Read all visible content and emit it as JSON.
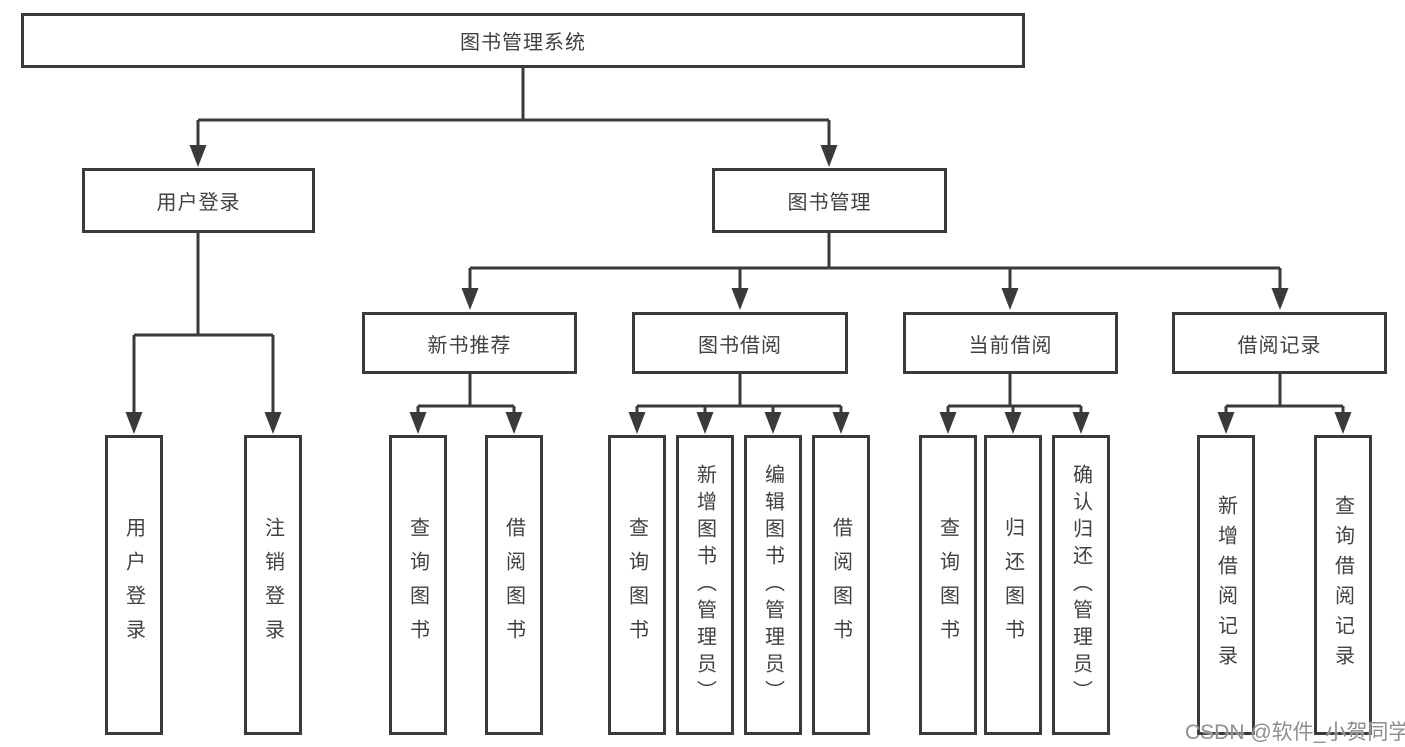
{
  "tree": {
    "root": "图书管理系统",
    "branches": [
      {
        "label": "用户登录",
        "children": [
          {
            "label": "用户登录"
          },
          {
            "label": "注销登录"
          }
        ]
      },
      {
        "label": "图书管理",
        "children": [
          {
            "label": "新书推荐",
            "children": [
              {
                "label": "查询图书"
              },
              {
                "label": "借阅图书"
              }
            ]
          },
          {
            "label": "图书借阅",
            "children": [
              {
                "label": "查询图书"
              },
              {
                "label": "新增图书（管理员）"
              },
              {
                "label": "编辑图书（管理员）"
              },
              {
                "label": "借阅图书"
              }
            ]
          },
          {
            "label": "当前借阅",
            "children": [
              {
                "label": "查询图书"
              },
              {
                "label": "归还图书"
              },
              {
                "label": "确认归还（管理员）"
              }
            ]
          },
          {
            "label": "借阅记录",
            "children": [
              {
                "label": "新增借阅记录"
              },
              {
                "label": "查询借阅记录"
              }
            ]
          }
        ]
      }
    ]
  },
  "watermark": "CSDN @软件_小贺同学",
  "colors": {
    "line": "#3a3a3a",
    "text": "#414141",
    "background": "#ffffff",
    "watermark": "#8e8e8e"
  }
}
